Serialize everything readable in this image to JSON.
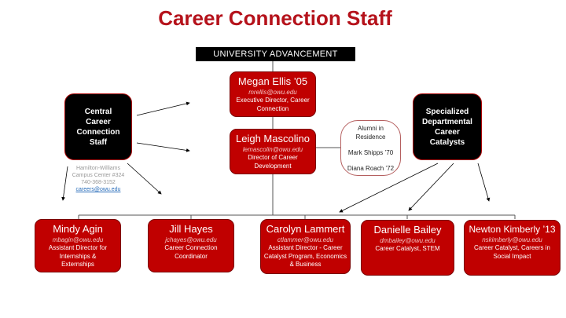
{
  "title": "Career Connection Staff",
  "top_unit": "UNIVERSITY ADVANCEMENT",
  "leaders": [
    {
      "name": "Megan Ellis ’05",
      "email": "mrellis@owu.edu",
      "role": "Executive Director, Career Connection"
    },
    {
      "name": "Leigh Mascolino",
      "email": "lemascolin@owu.edu",
      "role": "Director of Career Development"
    }
  ],
  "alumni": {
    "heading": "Alumni in Residence",
    "members": [
      "Mark Shipps ’70",
      "Diana Roach ’72"
    ]
  },
  "central": {
    "label": "Central Career Connection Staff",
    "address_line1": "Hamilton-Williams",
    "address_line2": "Campus Center #324",
    "phone": "740-368-3152",
    "email": "careers@owu.edu"
  },
  "specialized": {
    "label": "Specialized Departmental Career Catalysts"
  },
  "staff": [
    {
      "name": "Mindy Agin",
      "email": "mbagin@owu.edu",
      "role": "Assistant Director for Internships & Externships"
    },
    {
      "name": "Jill Hayes",
      "email": "jchayes@owu.edu",
      "role": "Career Connection Coordinator"
    },
    {
      "name": "Carolyn Lammert",
      "email": "ctlammer@owu.edu",
      "role": "Assistant Director - Career Catalyst Program, Economics & Business"
    },
    {
      "name": "Danielle Bailey",
      "email": "dmbailey@owu.edu",
      "role": "Career Catalyst, STEM"
    },
    {
      "name": "Newton Kimberly ’13",
      "email": "nskimberly@owu.edu",
      "role": "Career Catalyst, Careers in Social Impact"
    }
  ],
  "colors": {
    "accent": "#c00000",
    "title": "#b5121b"
  }
}
